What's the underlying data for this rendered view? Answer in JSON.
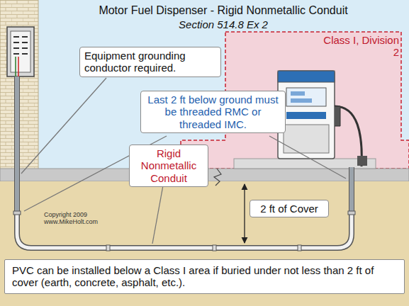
{
  "diagram": {
    "title": "Motor Fuel Dispenser - Rigid Nonmetallic Conduit",
    "caption": "PVC can be installed below a Class I area if buried under not less than 2 ft of cover (earth, concrete, asphalt, etc.).",
    "nodes": [
      {
        "text": [
          "Equipment grounding conductor required."
        ]
      },
      {
        "text": [
          "Last 2 ft below ground must be threaded RMC or threaded IMC."
        ]
      },
      {
        "text": [
          "Class I, Division 2"
        ]
      },
      {
        "text": [
          "Rigid Nonmetallic Conduit"
        ]
      },
      {
        "text": [
          "2 ft of Cover"
        ]
      }
    ],
    "labels": [
      "Section 514.8 Ex 2",
      "Copyright 2009 www.MikeHolt.com"
    ]
  }
}
